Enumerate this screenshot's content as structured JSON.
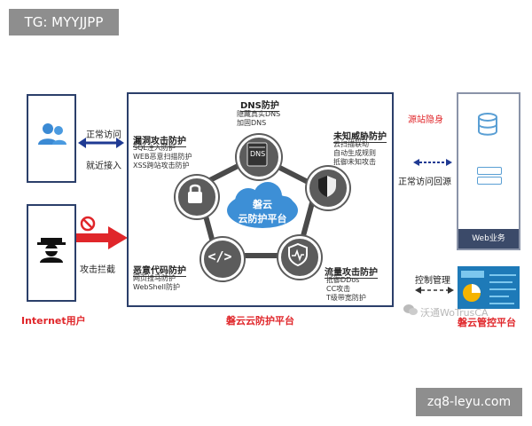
{
  "tag": "TG: MYYJJPP",
  "watermark_bottom": "zq8-leyu.com",
  "watermark_logo": "沃通WoTrusCA",
  "left": {
    "internet_user_label": "Internet用户",
    "normal_access": "正常访问",
    "nearby_access": "就近接入",
    "attack_intercept": "攻击拦截"
  },
  "platform": {
    "label": "磐云云防护平台",
    "center_line1": "磐云",
    "center_line2": "云防护平台",
    "dns": {
      "title": "DNS防护",
      "items": [
        "隐藏真实DNS",
        "加固DNS"
      ],
      "icon_text": "DNS"
    },
    "vuln": {
      "title": "漏洞攻击防护",
      "items": [
        "SQL注入防护",
        "WEB恶意扫描防护",
        "XSS跨站攻击防护"
      ]
    },
    "unknown": {
      "title": "未知威胁防护",
      "items": [
        "云扫描联动",
        "自动生成规则",
        "抵御未知攻击"
      ]
    },
    "malicious": {
      "title": "恶意代码防护",
      "items": [
        "网页挂马防护",
        "WebShell防护"
      ]
    },
    "flow": {
      "title": "流量攻击防护",
      "items": [
        "抵御DDos",
        "CC攻击",
        "T级带宽防护"
      ]
    }
  },
  "right": {
    "source_hide": "源站隐身",
    "normal_return": "正常访问回源",
    "web_business": "Web业务",
    "control_mgmt": "控制管理",
    "mgmt_platform": "磐云管控平台"
  },
  "colors": {
    "accent_red": "#e0262a",
    "navy": "#2b3f6a",
    "node_gray": "#5c5c5c",
    "cloud_blue": "#3d8fd6"
  }
}
